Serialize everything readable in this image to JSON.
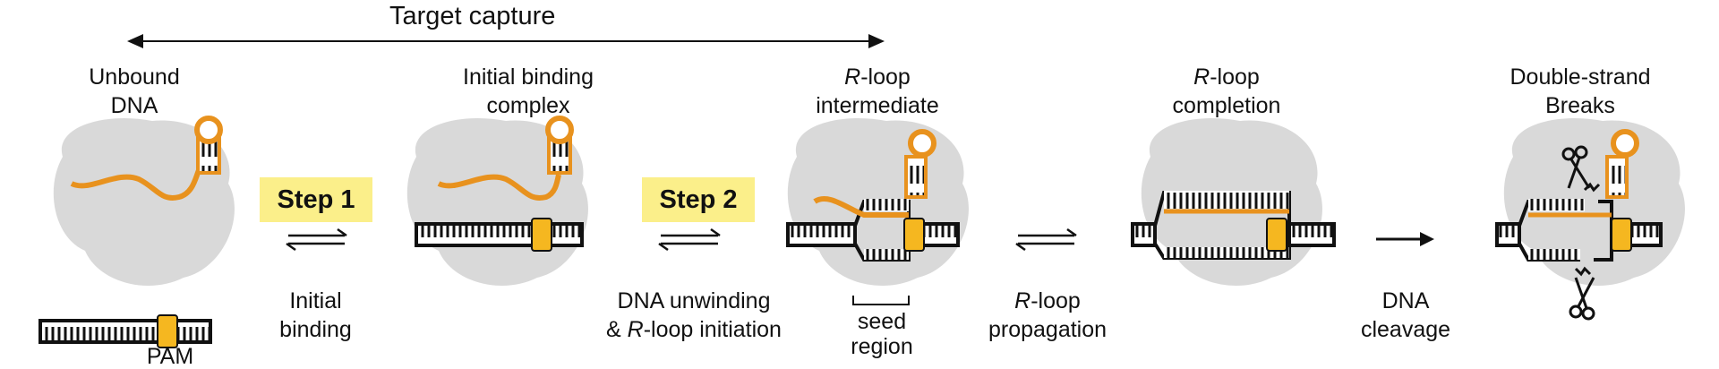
{
  "title": "Target capture",
  "states": [
    {
      "line1": "Unbound",
      "line2": "DNA"
    },
    {
      "line1": "Initial binding",
      "line2": "complex"
    },
    {
      "line1_italic": "R",
      "line1_rest": "-loop",
      "line2": "intermediate"
    },
    {
      "line1_italic": "R",
      "line1_rest": "-loop",
      "line2": "completion"
    },
    {
      "line1": "Double-strand",
      "line2": "Breaks"
    }
  ],
  "steps": [
    {
      "badge": "Step 1",
      "line1": "Initial",
      "line2": "binding"
    },
    {
      "badge": "Step 2",
      "line1": "DNA unwinding",
      "line2_prefix": "& ",
      "line2_italic": "R",
      "line2_rest": "-loop initiation"
    },
    {
      "line1_italic": "R",
      "line1_rest": "-loop",
      "line2": "propagation"
    },
    {
      "line1": "DNA",
      "line2": "cleavage"
    }
  ],
  "pam_label": "PAM",
  "seed_label": {
    "line1": "seed",
    "line2": "region"
  },
  "colors": {
    "rna": "#e8921e",
    "pam": "#f5b720",
    "protein": "#cfcfcf",
    "dna": "#111111",
    "step_badge": "#fbef8a"
  }
}
